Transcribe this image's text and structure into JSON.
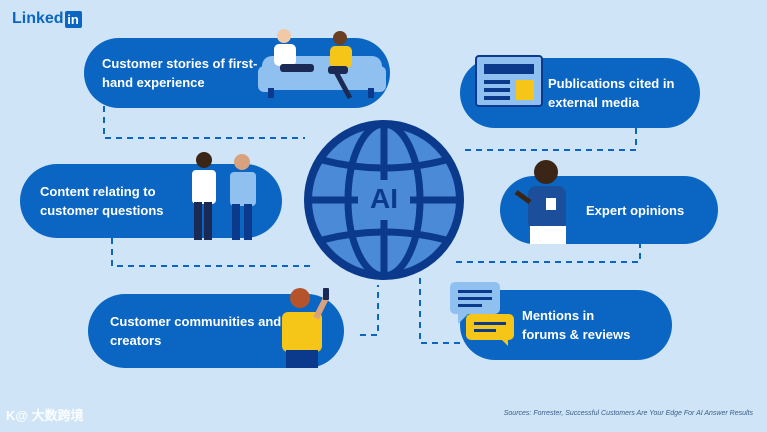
{
  "brand": {
    "word": "Linked",
    "mark": "in"
  },
  "center": {
    "label": "AI"
  },
  "items": [
    {
      "label": "Customer stories of first-\nhand experience"
    },
    {
      "label": "Publications cited in\nexternal media"
    },
    {
      "label": "Content relating to\ncustomer questions"
    },
    {
      "label": "Expert opinions"
    },
    {
      "label": "Customer communities and\ncreators"
    },
    {
      "label": "Mentions in\nforums & reviews"
    }
  ],
  "footnote": "Sources: Forrester, Successful Customers Are Your Edge For AI Answer Results",
  "watermark": "K@ 大数跨境",
  "colors": {
    "background": "#cfe5f7",
    "pill": "#0a66c2",
    "globe": "#2b6fc0",
    "globe_stroke": "#0b3a8c",
    "dashed": "#0a66c2",
    "accent_yellow": "#f5c518"
  },
  "icons": [
    "globe-icon",
    "people-sofa-icon",
    "newspaper-icon",
    "people-talking-icon",
    "expert-icon",
    "phone-user-icon",
    "chat-bubbles-icon"
  ]
}
